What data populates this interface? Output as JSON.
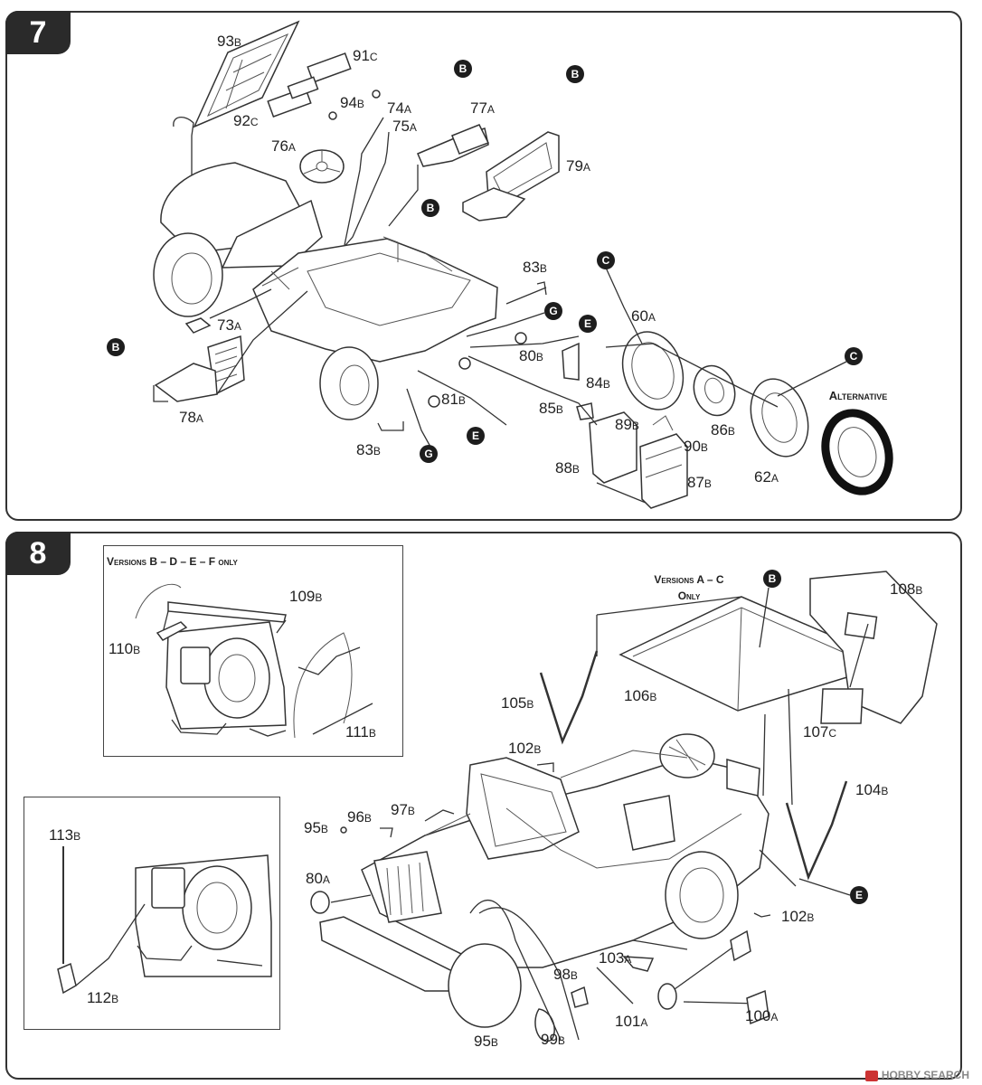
{
  "step7": {
    "number": "7",
    "alternative_label": "Alternative",
    "callouts": [
      "B",
      "B",
      "B",
      "B",
      "C",
      "C",
      "G",
      "G",
      "E",
      "E"
    ],
    "parts": [
      {
        "num": "93",
        "suf": "B"
      },
      {
        "num": "91",
        "suf": "C"
      },
      {
        "num": "94",
        "suf": "B"
      },
      {
        "num": "92",
        "suf": "C"
      },
      {
        "num": "74",
        "suf": "A"
      },
      {
        "num": "75",
        "suf": "A"
      },
      {
        "num": "76",
        "suf": "A"
      },
      {
        "num": "77",
        "suf": "A"
      },
      {
        "num": "79",
        "suf": "A"
      },
      {
        "num": "83",
        "suf": "B"
      },
      {
        "num": "60",
        "suf": "A"
      },
      {
        "num": "73",
        "suf": "A"
      },
      {
        "num": "80",
        "suf": "B"
      },
      {
        "num": "84",
        "suf": "B"
      },
      {
        "num": "81",
        "suf": "B"
      },
      {
        "num": "85",
        "suf": "B"
      },
      {
        "num": "89",
        "suf": "B"
      },
      {
        "num": "86",
        "suf": "B"
      },
      {
        "num": "78",
        "suf": "A"
      },
      {
        "num": "83",
        "suf": "B"
      },
      {
        "num": "90",
        "suf": "B"
      },
      {
        "num": "88",
        "suf": "B"
      },
      {
        "num": "87",
        "suf": "B"
      },
      {
        "num": "62",
        "suf": "A"
      }
    ]
  },
  "step8": {
    "number": "8",
    "inset_versions_label": "Versions B – D – E – F only",
    "versions_ac_line1": "Versions A – C",
    "versions_ac_line2": "Only",
    "callouts": [
      "B",
      "E"
    ],
    "parts": [
      {
        "num": "109",
        "suf": "B"
      },
      {
        "num": "110",
        "suf": "B"
      },
      {
        "num": "111",
        "suf": "B"
      },
      {
        "num": "108",
        "suf": "B"
      },
      {
        "num": "105",
        "suf": "B"
      },
      {
        "num": "106",
        "suf": "B"
      },
      {
        "num": "107",
        "suf": "C"
      },
      {
        "num": "102",
        "suf": "B"
      },
      {
        "num": "104",
        "suf": "B"
      },
      {
        "num": "113",
        "suf": "B"
      },
      {
        "num": "95",
        "suf": "B"
      },
      {
        "num": "96",
        "suf": "B"
      },
      {
        "num": "97",
        "suf": "B"
      },
      {
        "num": "80",
        "suf": "A"
      },
      {
        "num": "102",
        "suf": "B"
      },
      {
        "num": "103",
        "suf": "A"
      },
      {
        "num": "98",
        "suf": "B"
      },
      {
        "num": "112",
        "suf": "B"
      },
      {
        "num": "101",
        "suf": "A"
      },
      {
        "num": "100",
        "suf": "A"
      },
      {
        "num": "95",
        "suf": "B"
      },
      {
        "num": "99",
        "suf": "B"
      }
    ]
  },
  "watermark": "HOBBY SEARCH"
}
